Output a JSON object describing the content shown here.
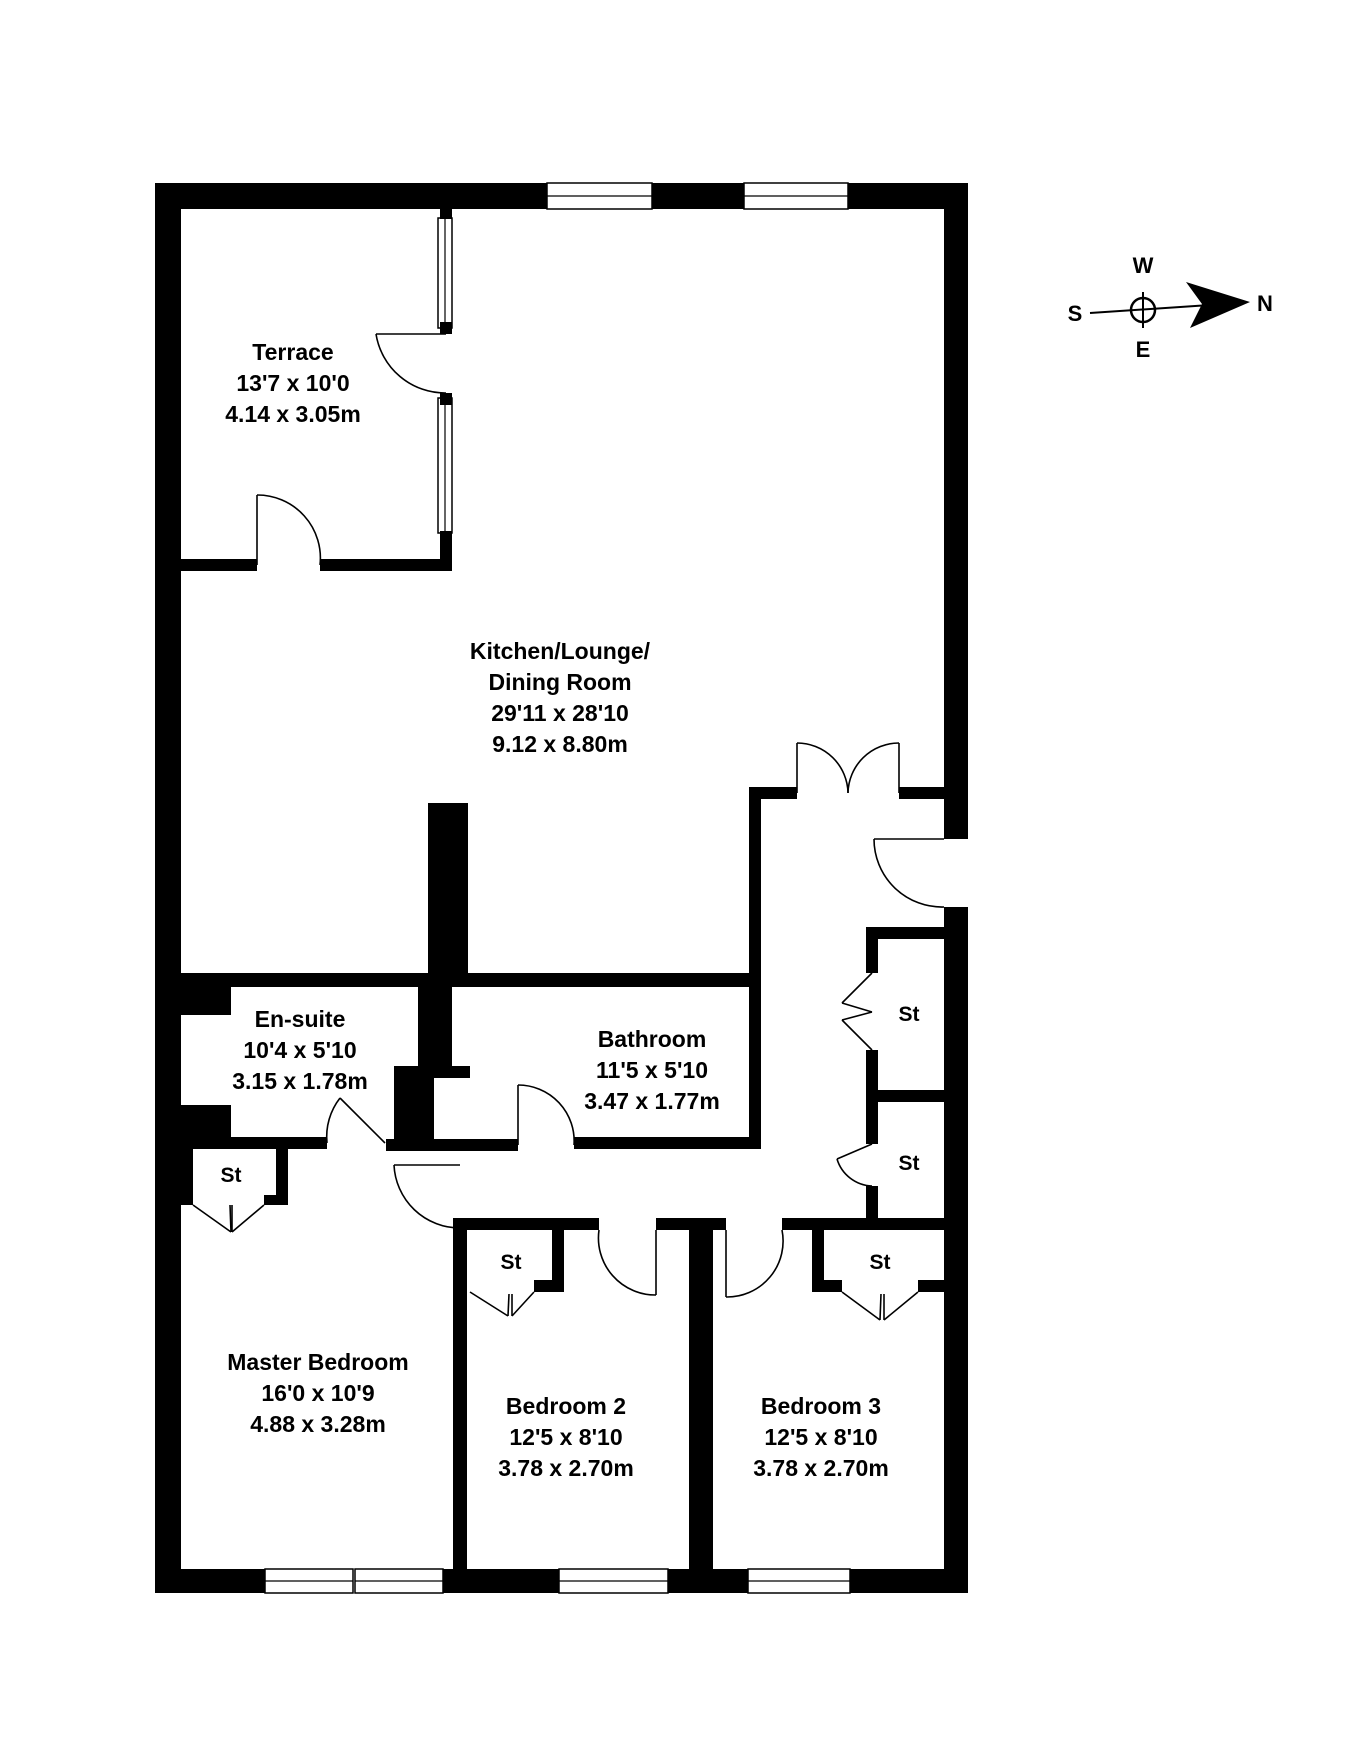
{
  "rooms": {
    "terrace": {
      "name": "Terrace",
      "imperial": "13'7 x 10'0",
      "metric": "4.14 x 3.05m"
    },
    "kitchen": {
      "name_line1": "Kitchen/Lounge/",
      "name_line2": "Dining Room",
      "imperial": "29'11 x 28'10",
      "metric": "9.12 x 8.80m"
    },
    "ensuite": {
      "name": "En-suite",
      "imperial": "10'4 x 5'10",
      "metric": "3.15 x 1.78m"
    },
    "bathroom": {
      "name": "Bathroom",
      "imperial": "11'5 x 5'10",
      "metric": "3.47 x 1.77m"
    },
    "master_bedroom": {
      "name": "Master Bedroom",
      "imperial": "16'0 x 10'9",
      "metric": "4.88 x 3.28m"
    },
    "bedroom2": {
      "name": "Bedroom 2",
      "imperial": "12'5 x 8'10",
      "metric": "3.78 x 2.70m"
    },
    "bedroom3": {
      "name": "Bedroom 3",
      "imperial": "12'5 x 8'10",
      "metric": "3.78 x 2.70m"
    }
  },
  "storage": {
    "hall_upper": "St",
    "hall_lower": "St",
    "master": "St",
    "bedroom2": "St",
    "bedroom3": "St"
  },
  "compass": {
    "north": "N",
    "south": "S",
    "east": "E",
    "west": "W"
  }
}
